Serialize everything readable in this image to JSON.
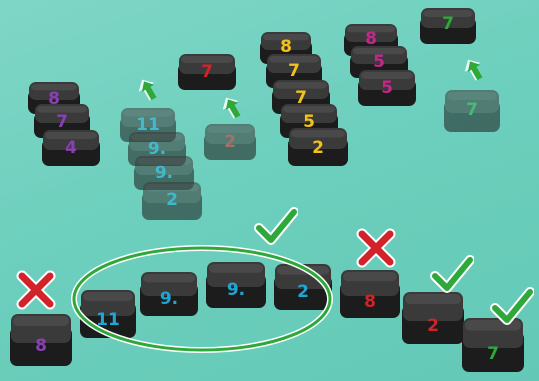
{
  "colors": {
    "pink": "#c0288a",
    "purple": "#8a3fb5",
    "red": "#d2232a",
    "yellow": "#f2c21b",
    "cyan": "#1da7d6",
    "green": "#2fa83a",
    "tile_body": "#1c1c1c",
    "tile_top": "#3a3a3a"
  },
  "stacks": {
    "left": [
      "8",
      "7",
      "4"
    ],
    "ghost_column": [
      "11",
      "9.",
      "9.",
      "2"
    ],
    "middle_single": [
      "7"
    ],
    "ghost_single": [
      "2"
    ],
    "tall": [
      "8",
      "7",
      "7",
      "5",
      "2"
    ],
    "right": [
      "8",
      "5",
      "5"
    ],
    "far_right": [
      "7"
    ],
    "far_ghost": [
      "7"
    ]
  },
  "hand_row": {
    "tiles": [
      "8",
      "11",
      "9.",
      "9.",
      "2",
      "8",
      "2",
      "7"
    ],
    "marks": [
      "cross",
      "check",
      "cross",
      "check",
      "check"
    ]
  },
  "icons": [
    "up-arrow-icon",
    "check-icon",
    "cross-icon",
    "selection-ring"
  ]
}
